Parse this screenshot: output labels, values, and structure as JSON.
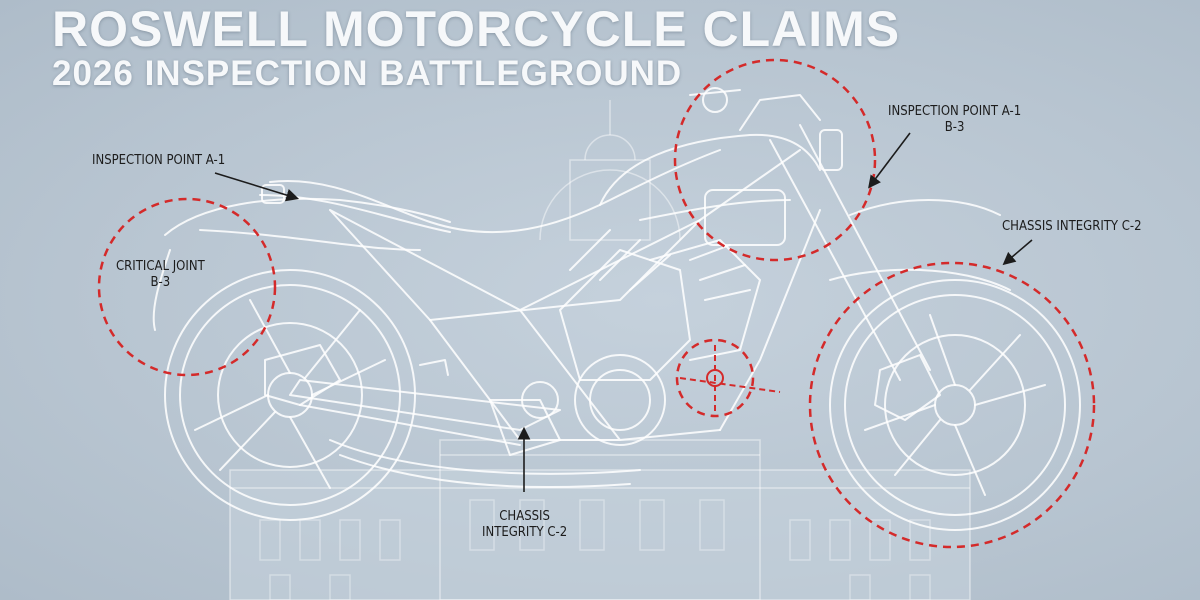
{
  "header": {
    "title": "ROSWELL MOTORCYCLE CLAIMS",
    "subtitle": "2026 INSPECTION BATTLEGROUND"
  },
  "callouts": {
    "inspection_a1_left": {
      "line1": "INSPECTION POINT A-1"
    },
    "critical_joint": {
      "line1": "CRITICAL JOINT",
      "line2": "B-3"
    },
    "inspection_a1_right": {
      "line1": "INSPECTION POINT A-1",
      "line2": "B-3"
    },
    "chassis_right": {
      "line1": "CHASSIS INTEGRITY C-2"
    },
    "chassis_bottom": {
      "line1": "CHASSIS",
      "line2": "INTEGRITY C-2"
    }
  },
  "colors": {
    "background": "#b9c6d2",
    "linework": "#ffffff",
    "highlight_red": "#d42a2a",
    "label_text": "#1c1c1c",
    "title_text": "#f6f8fa"
  }
}
